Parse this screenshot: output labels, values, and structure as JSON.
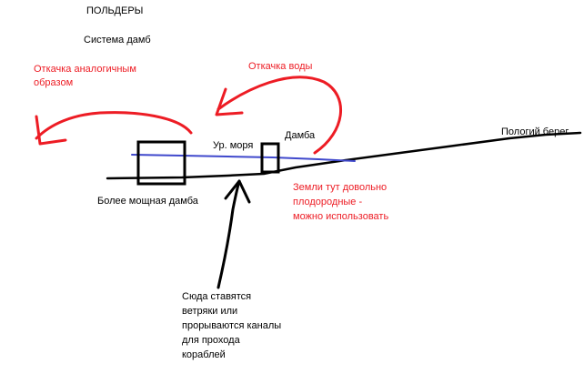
{
  "title": "ПОЛЬДЕРЫ",
  "subtitle": "Система дамб",
  "labels": {
    "pump_similar_1": "Откачка аналогичным",
    "pump_similar_2": "образом",
    "pump_water": "Откачка воды",
    "sea_level": "Ур. моря",
    "dam": "Дамба",
    "gentle_shore": "Пологий берег",
    "strong_dam": "Более мощная дамба",
    "lands_1": "Земли тут довольно",
    "lands_2": "плодородные -",
    "lands_3": "можно использовать",
    "note_1": "Сюда ставятся",
    "note_2": "ветряки или",
    "note_3": "прорываются каналы",
    "note_4": "для прохода",
    "note_5": "кораблей"
  },
  "colors": {
    "ink": "#000000",
    "annotation": "#ed1c24",
    "water": "#3f48cc",
    "background": "#ffffff"
  }
}
